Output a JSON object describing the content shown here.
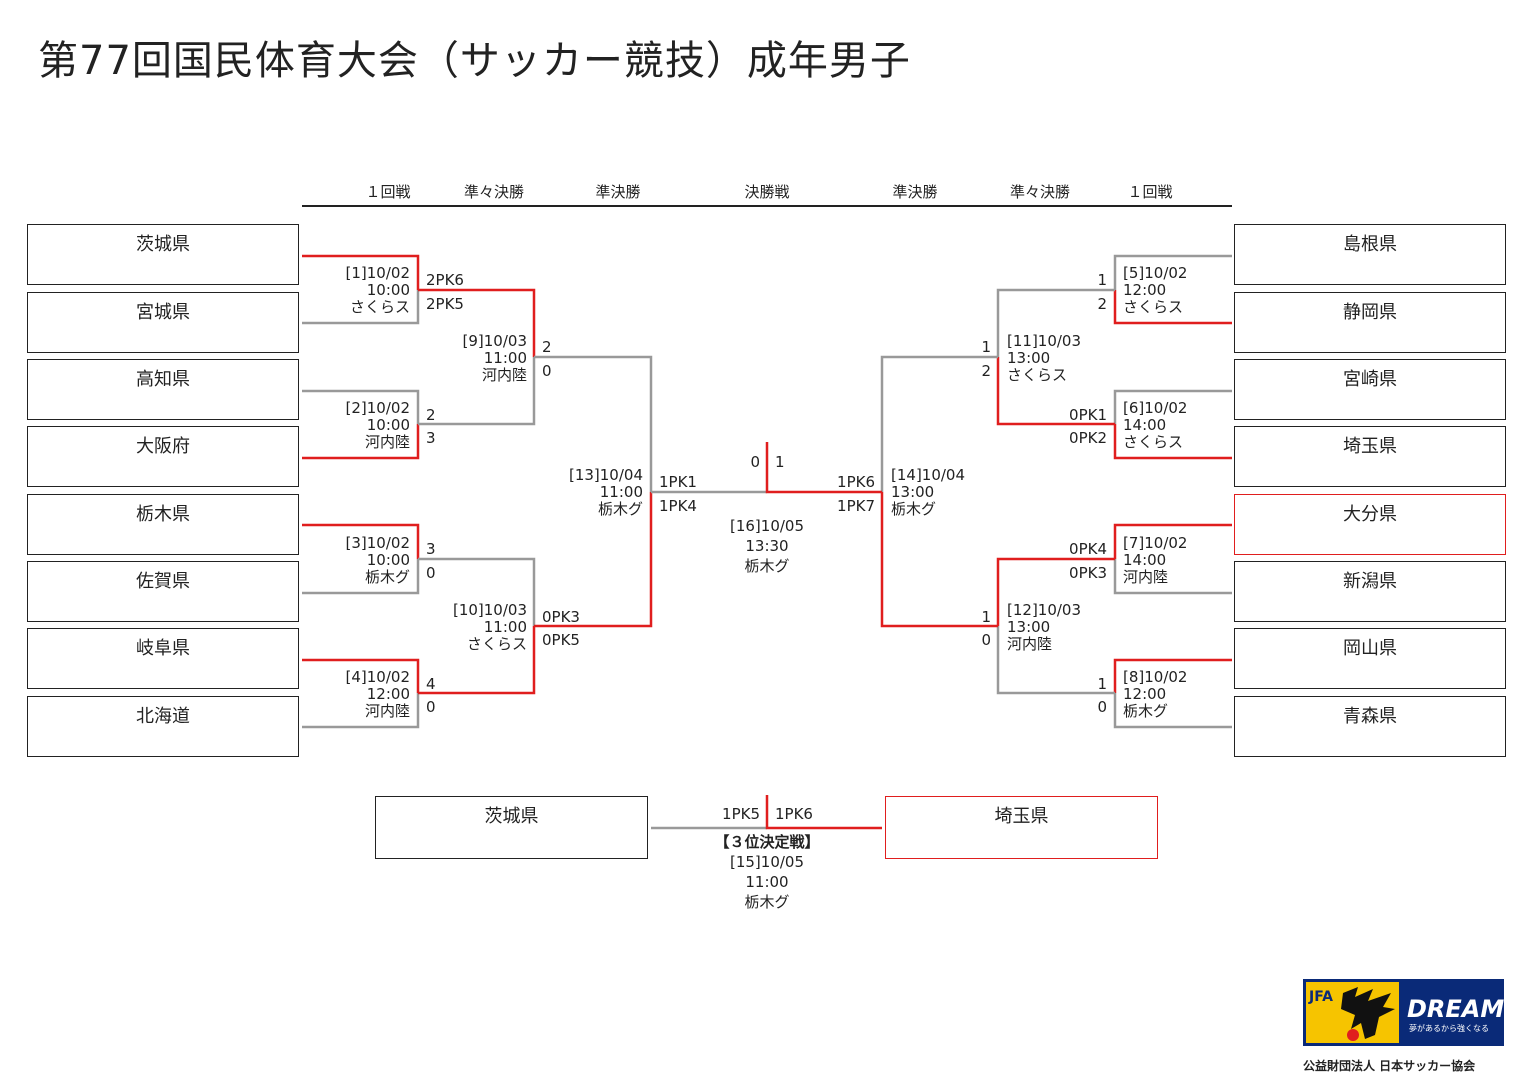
{
  "title": "第77回国民体育大会（サッカー競技）成年男子",
  "round_headers": [
    "１回戦",
    "準々決勝",
    "準決勝",
    "決勝戦",
    "準決勝",
    "準々決勝",
    "１回戦"
  ],
  "left_teams": [
    "茨城県",
    "宮城県",
    "高知県",
    "大阪府",
    "栃木県",
    "佐賀県",
    "岐阜県",
    "北海道"
  ],
  "right_teams": [
    "島根県",
    "静岡県",
    "宮崎県",
    "埼玉県",
    "大分県",
    "新潟県",
    "岡山県",
    "青森県"
  ],
  "matches": {
    "m1": {
      "no": "[1]10/02",
      "time": "10:00",
      "venue": "さくらス",
      "s1": "2PK6",
      "s2": "2PK5"
    },
    "m2": {
      "no": "[2]10/02",
      "time": "10:00",
      "venue": "河内陸",
      "s1": "2",
      "s2": "3"
    },
    "m3": {
      "no": "[3]10/02",
      "time": "10:00",
      "venue": "栃木グ",
      "s1": "3",
      "s2": "0"
    },
    "m4": {
      "no": "[4]10/02",
      "time": "12:00",
      "venue": "河内陸",
      "s1": "4",
      "s2": "0"
    },
    "m5": {
      "no": "[5]10/02",
      "time": "12:00",
      "venue": "さくらス",
      "s1": "1",
      "s2": "2"
    },
    "m6": {
      "no": "[6]10/02",
      "time": "14:00",
      "venue": "さくらス",
      "s1": "0PK1",
      "s2": "0PK2"
    },
    "m7": {
      "no": "[7]10/02",
      "time": "14:00",
      "venue": "河内陸",
      "s1": "0PK4",
      "s2": "0PK3"
    },
    "m8": {
      "no": "[8]10/02",
      "time": "12:00",
      "venue": "栃木グ",
      "s1": "1",
      "s2": "0"
    },
    "m9": {
      "no": "[9]10/03",
      "time": "11:00",
      "venue": "河内陸",
      "s1": "2",
      "s2": "0"
    },
    "m10": {
      "no": "[10]10/03",
      "time": "11:00",
      "venue": "さくらス",
      "s1": "0PK3",
      "s2": "0PK5"
    },
    "m11": {
      "no": "[11]10/03",
      "time": "13:00",
      "venue": "さくらス",
      "s1": "1",
      "s2": "2"
    },
    "m12": {
      "no": "[12]10/03",
      "time": "13:00",
      "venue": "河内陸",
      "s1": "1",
      "s2": "0"
    },
    "m13": {
      "no": "[13]10/04",
      "time": "11:00",
      "venue": "栃木グ",
      "s1": "1PK1",
      "s2": "1PK4"
    },
    "m14": {
      "no": "[14]10/04",
      "time": "13:00",
      "venue": "栃木グ",
      "s1": "1PK6",
      "s2": "1PK7"
    },
    "m16": {
      "no": "[16]10/05",
      "time": "13:30",
      "venue": "栃木グ",
      "s1": "0",
      "s2": "1"
    }
  },
  "third_place": {
    "title": "【３位決定戦】",
    "no": "[15]10/05",
    "time": "11:00",
    "venue": "栃木グ",
    "left_team": "茨城県",
    "right_team": "埼玉県",
    "s_left": "1PK5",
    "s_right": "1PK6"
  },
  "logo": {
    "jfa": "JFA",
    "dream": "DREAM",
    "tagline": "夢があるから強くなる",
    "caption": "公益財団法人 日本サッカー協会"
  },
  "colors": {
    "win": "#e01e1e",
    "lose": "#999999",
    "border": "#222222",
    "logo_bg": "#0a2a78",
    "logo_yellow": "#f6c400"
  }
}
